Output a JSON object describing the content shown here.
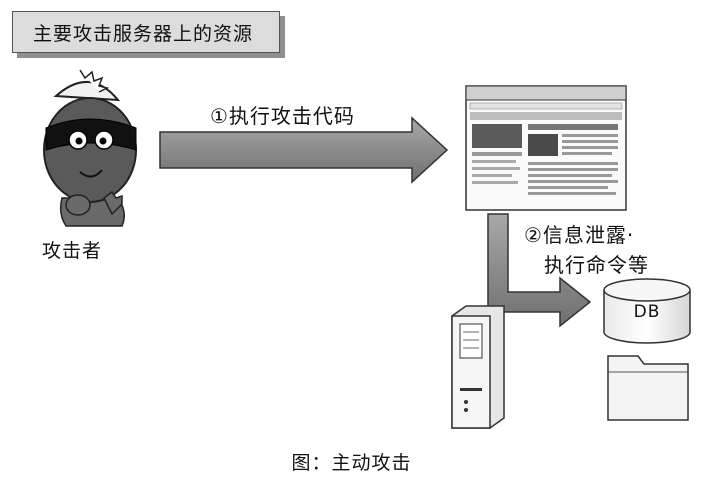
{
  "title": "主要攻击服务器上的资源",
  "arrow_attack_label": "①执行攻击代码",
  "arrow_leak_label": {
    "line1": "②信息泄露·",
    "line2": "执行命令等"
  },
  "attacker_label": "攻击者",
  "db_label": "DB",
  "caption": "图：主动攻击",
  "icons": {
    "attacker": "masked-attacker-icon",
    "browser": "web-browser-window-icon",
    "server": "server-tower-icon",
    "database": "database-cylinder-icon",
    "folder": "folder-icon"
  },
  "colors": {
    "arrow": "#8a8a8a",
    "title_box": "#dcdcdc",
    "face": "#555555"
  }
}
